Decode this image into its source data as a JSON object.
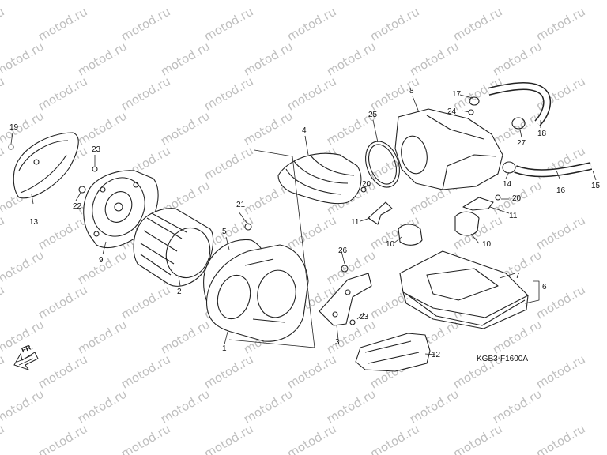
{
  "diagram": {
    "code": "KGB3-F1600A",
    "front_label": "FR.",
    "watermark": "motod.ru",
    "callouts": [
      "1",
      "2",
      "3",
      "4",
      "5",
      "6",
      "7",
      "8",
      "9",
      "10",
      "10",
      "11",
      "11",
      "12",
      "13",
      "14",
      "15",
      "16",
      "17",
      "18",
      "19",
      "20",
      "20",
      "21",
      "22",
      "23",
      "23",
      "24",
      "25",
      "26",
      "27"
    ]
  }
}
